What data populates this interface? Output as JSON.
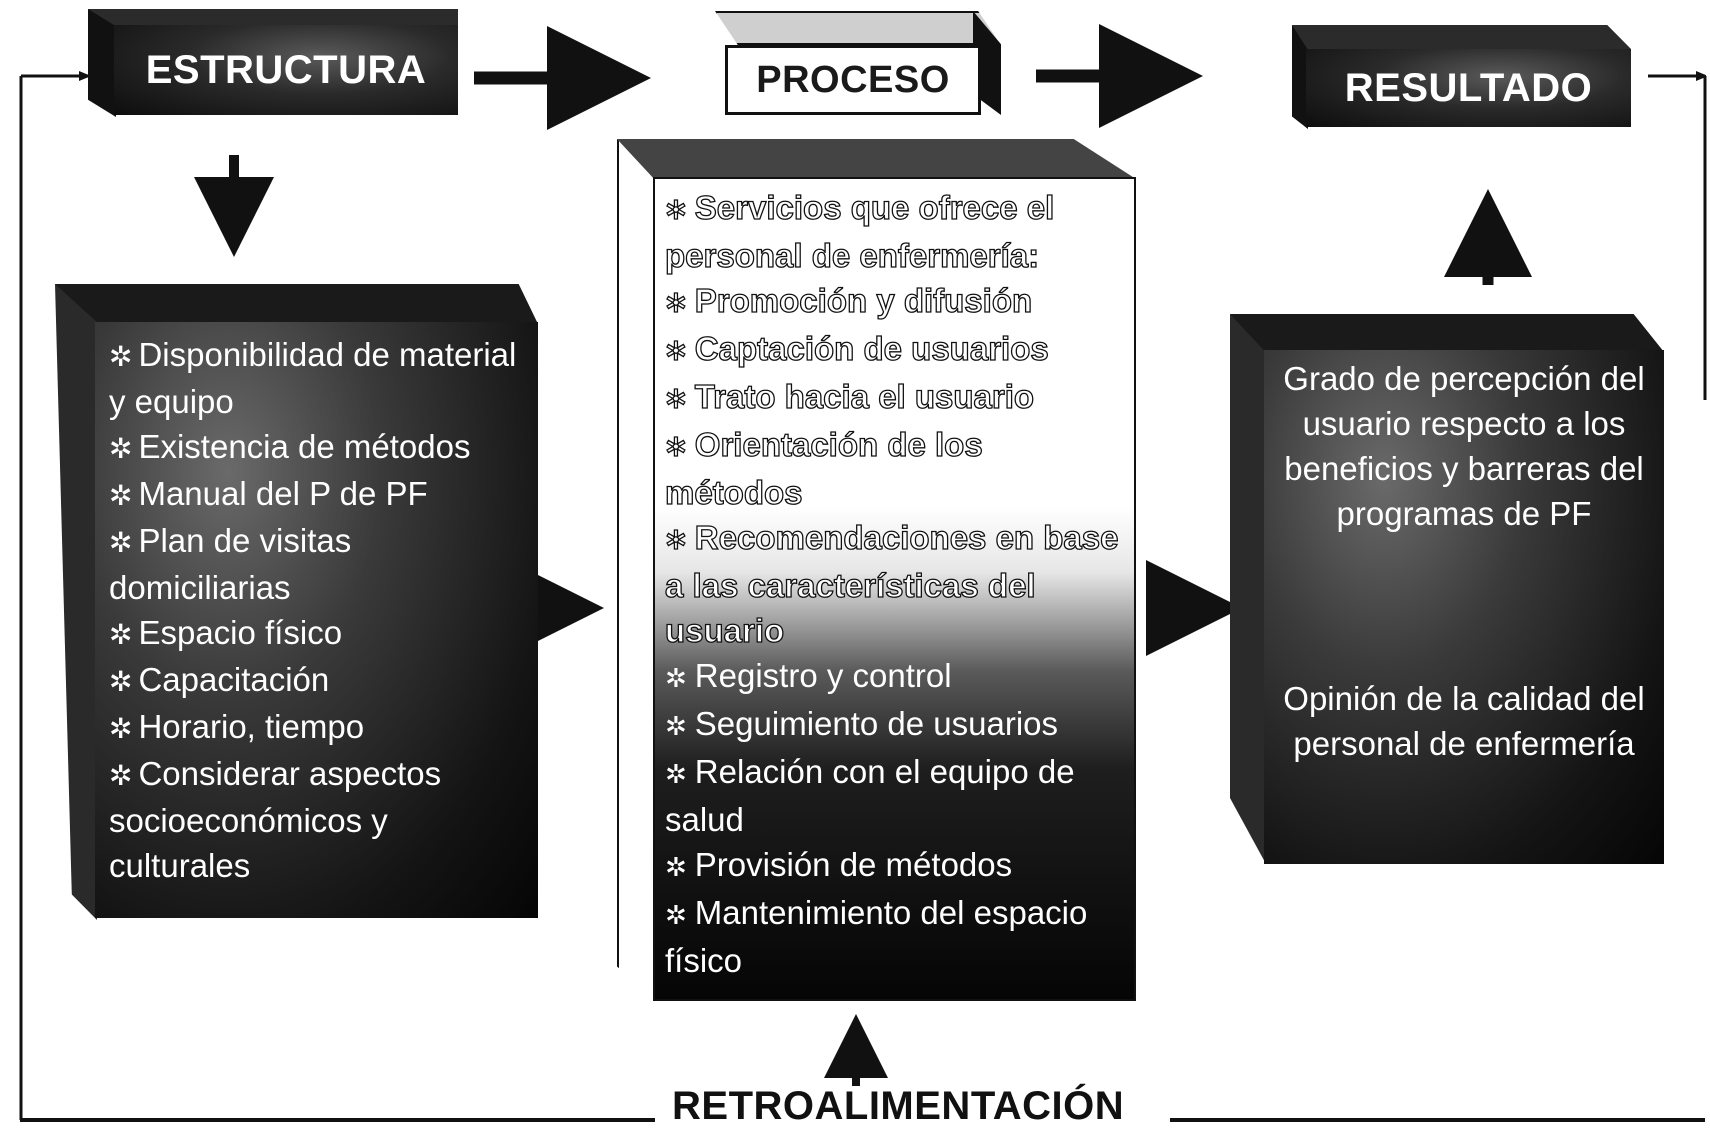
{
  "headers": {
    "estructura": "ESTRUCTURA",
    "proceso": "PROCESO",
    "resultado": "RESULTADO"
  },
  "structure_items": [
    "Disponibilidad de material y equipo",
    "Existencia de métodos",
    "Manual del P de PF",
    "Plan de visitas domiciliarias",
    "Espacio físico",
    "Capacitación",
    "Horario, tiempo",
    "Considerar aspectos socioeconómicos y culturales"
  ],
  "process_items": [
    "Servicios que ofrece el personal de enfermería:",
    "Promoción y difusión",
    "Captación de usuarios",
    "Trato hacia el usuario",
    "Orientación de los métodos",
    "Recomendaciones en base a las características del usuario",
    "Registro y control",
    "Seguimiento de usuarios",
    "Relación con el equipo de salud",
    "Provisión de métodos",
    "Mantenimiento del espacio físico"
  ],
  "result": {
    "perception": "Grado de percepción del usuario respecto a los beneficios y barreras del programas de PF",
    "opinion": "Opinión de la calidad del personal de enfermería"
  },
  "feedback": "RETROALIMENTACIÓN",
  "bullet_glyph": "✲",
  "colors": {
    "ink": "#111111",
    "box_dark": "#1a1a1a",
    "text_light": "#ffffff"
  }
}
